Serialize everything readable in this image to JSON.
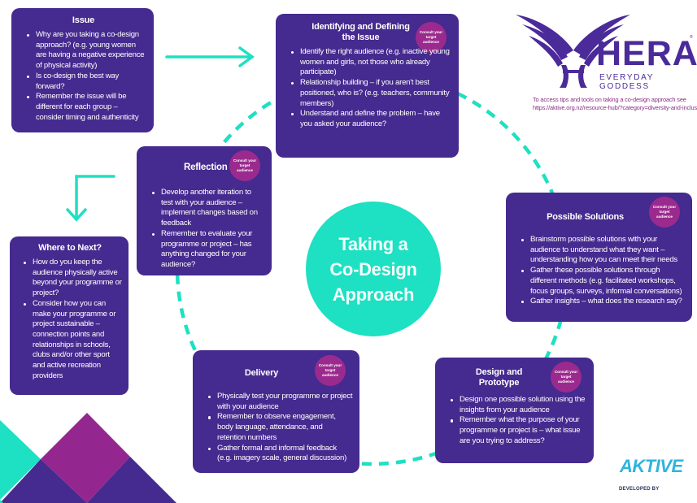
{
  "title": "Taking a Co-Design Approach",
  "hub": {
    "lines": [
      "Taking a",
      "Co-Design",
      "Approach"
    ]
  },
  "badge_text": "Consult your target audience",
  "brand": {
    "name": "HERA",
    "tagline": "EVERYDAY GODDESS",
    "registered": "®",
    "note_line1": "To access tips and tools on taking a co-design approach see",
    "note_line2": "https://aktive.org.nz/resource-hub/?category=diversity-and-inclusi",
    "developer": "AKTIVE",
    "developer_label": "DEVELOPED BY"
  },
  "colors": {
    "card": "#452a8f",
    "badge": "#9b2a8e",
    "accent": "#1ee0c2",
    "brand": "#4b2a9a"
  },
  "cards": {
    "issue": {
      "title": "Issue",
      "items": [
        "Why are you taking a co-design approach? (e.g. young women are having a negative experience of physical activity)",
        "Is co-design the best way forward?",
        "Remember the issue will be different for each group – consider timing and authenticity"
      ]
    },
    "identifying": {
      "title_line1": "Identifying and Defining",
      "title_line2": "the Issue",
      "items": [
        "Identify the right audience (e.g. inactive young women and girls, not those who already participate)",
        "Relationship building – if you aren't best positioned, who is? (e.g. teachers, community members)",
        "Understand and define the problem – have you asked your audience?"
      ]
    },
    "reflection": {
      "title": "Reflection",
      "items": [
        "Develop another iteration to test with your audience – implement changes based on feedback",
        "Remember to evaluate your programme or project – has anything changed for your audience?"
      ]
    },
    "where_next": {
      "title": "Where to Next?",
      "items": [
        "How do you keep the audience physically active beyond your programme or project?",
        "Consider how you can make your programme or project sustainable – connection points and relationships in schools, clubs and/or other sport and active recreation providers"
      ]
    },
    "possible_solutions": {
      "title": "Possible Solutions",
      "items": [
        "Brainstorm possible solutions with your audience to understand what they want – understanding how you can meet their needs",
        "Gather these possible solutions through different methods (e.g. facilitated workshops, focus groups, surveys, informal conversations)",
        "Gather insights – what does the research say?"
      ]
    },
    "design_prototype": {
      "title_line1": "Design and",
      "title_line2": "Prototype",
      "items": [
        "Design one possible solution using the insights from your audience",
        "Remember what the purpose of your programme or project is – what issue are you trying to address?"
      ]
    },
    "delivery": {
      "title": "Delivery",
      "items": [
        "Physically test your programme or project with your audience",
        "Remember to observe engagement, body language, attendance, and retention numbers",
        "Gather formal and informal feedback (e.g. imagery scale, general discussion)"
      ]
    }
  }
}
